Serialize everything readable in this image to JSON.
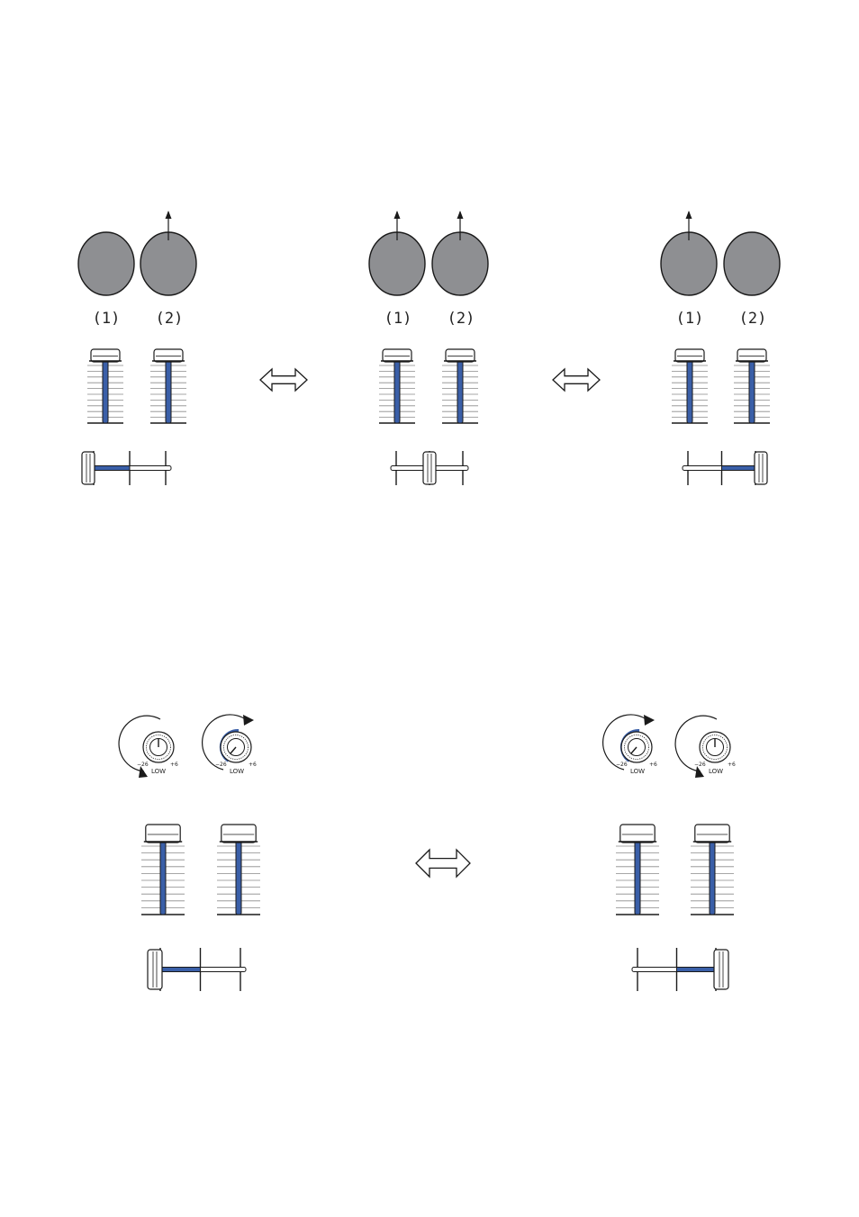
{
  "top_row": {
    "panels": [
      {
        "channels": [
          {
            "label": "(1)",
            "raised": false
          },
          {
            "label": "(2)",
            "raised": true
          }
        ],
        "crossfader": "left"
      },
      {
        "channels": [
          {
            "label": "(1)",
            "raised": true
          },
          {
            "label": "(2)",
            "raised": true
          }
        ],
        "crossfader": "center"
      },
      {
        "channels": [
          {
            "label": "(1)",
            "raised": true
          },
          {
            "label": "(2)",
            "raised": false
          }
        ],
        "crossfader": "right"
      }
    ]
  },
  "bottom_row": {
    "panels": [
      {
        "knobs": [
          {
            "label": "LOW",
            "min": "−26",
            "max": "+6",
            "direction": "down"
          },
          {
            "label": "LOW",
            "min": "−26",
            "max": "+6",
            "direction": "up"
          }
        ],
        "crossfader": "left"
      },
      {
        "knobs": [
          {
            "label": "LOW",
            "min": "−26",
            "max": "+6",
            "direction": "up"
          },
          {
            "label": "LOW",
            "min": "−26",
            "max": "+6",
            "direction": "down"
          }
        ],
        "crossfader": "right"
      }
    ]
  },
  "colors": {
    "jog_fill": "#8e8f92",
    "accent_blue": "#3a5fa8",
    "line": "#1a1a1a"
  }
}
